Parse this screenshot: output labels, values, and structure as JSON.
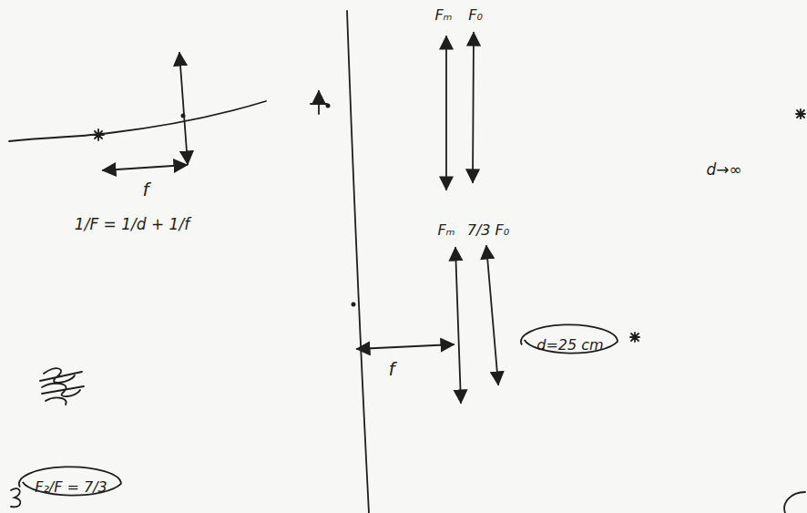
{
  "diagram": {
    "nodes": [
      {
        "text": [
          "d=25 cm"
        ]
      },
      {
        "text": [
          "F₂/F = 7/3"
        ]
      }
    ],
    "labels": [
      "f",
      "1/F = 1/d + 1/f",
      "Fₘ",
      "F₀",
      "Fₘ",
      "7/3 F₀",
      "f",
      "d→∞"
    ]
  }
}
